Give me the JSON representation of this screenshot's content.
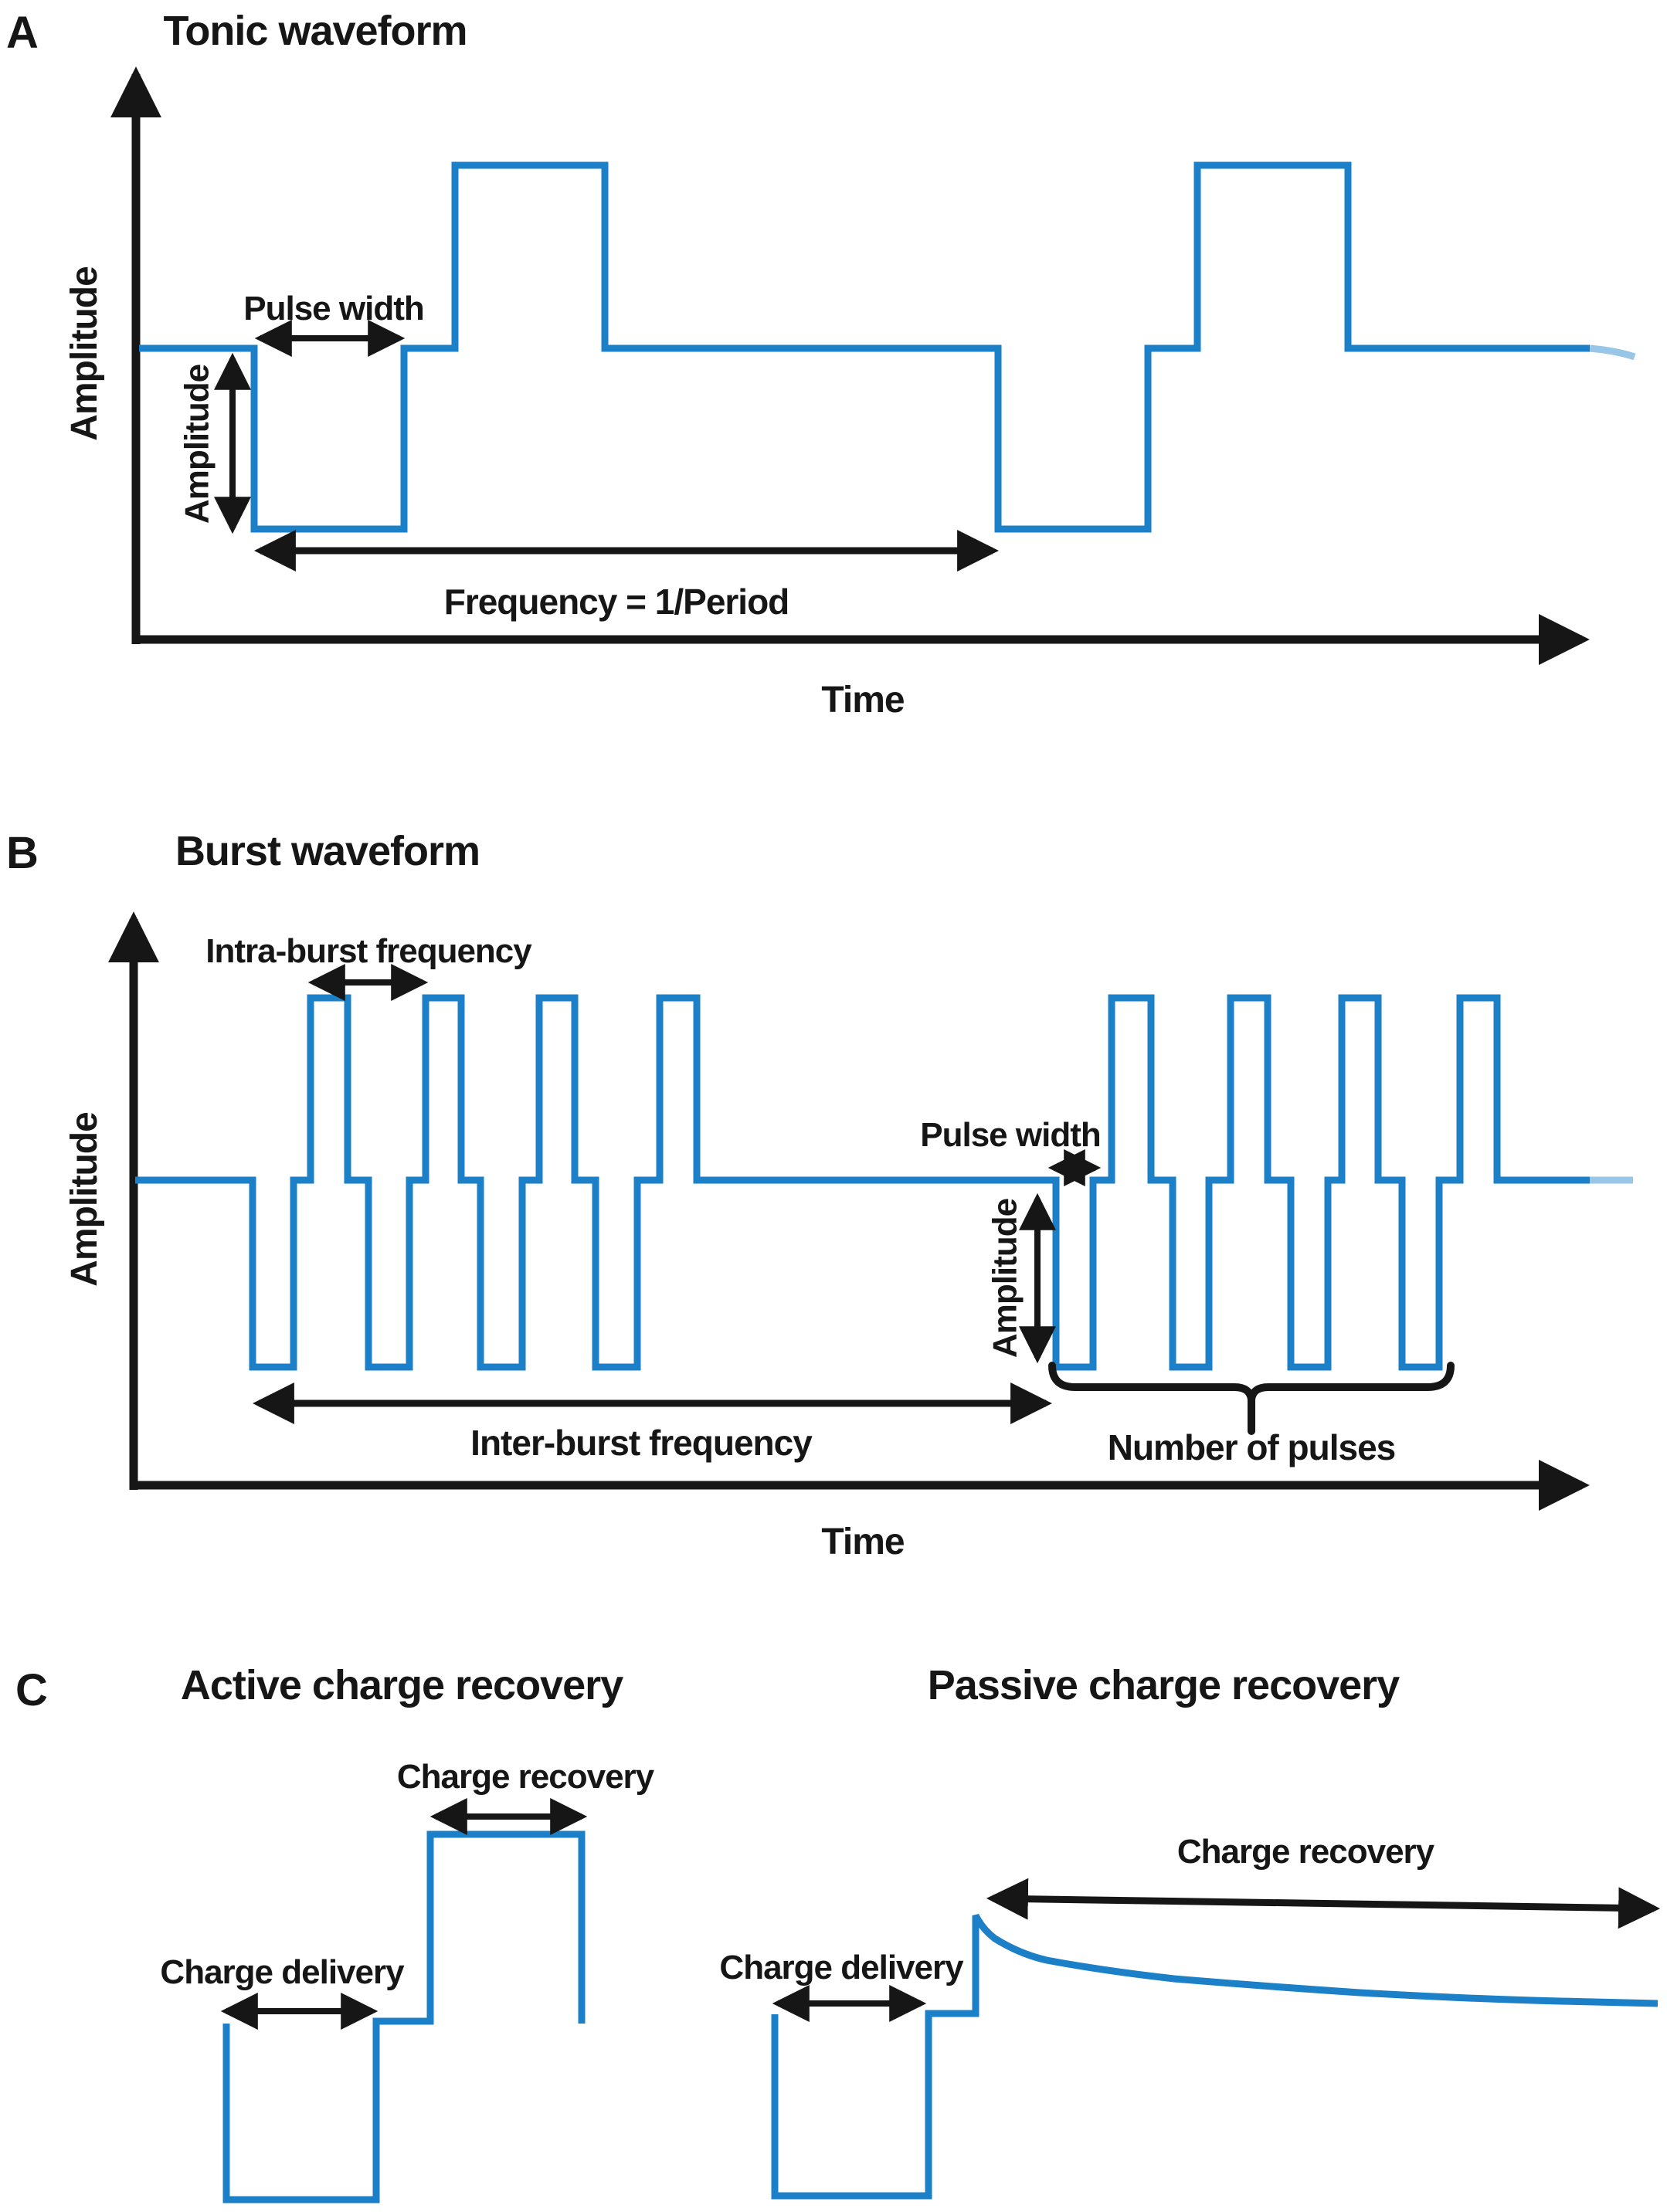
{
  "figure": {
    "colors": {
      "waveform_blue": "#1b80c8",
      "ink_black": "#161616"
    },
    "panel_a": {
      "label": "A",
      "title": "Tonic waveform",
      "y_axis_label": "Amplitude",
      "x_axis_label": "Time",
      "pulse_width_label": "Pulse width",
      "amplitude_label": "Amplitude",
      "frequency_label": "Frequency = 1/Period"
    },
    "panel_b": {
      "label": "B",
      "title": "Burst waveform",
      "y_axis_label": "Amplitude",
      "x_axis_label": "Time",
      "intra_burst_label": "Intra-burst frequency",
      "pulse_width_label": "Pulse width",
      "amplitude_label": "Amplitude",
      "inter_burst_label": "Inter-burst frequency",
      "number_of_pulses_label": "Number of pulses",
      "visible_pulses_per_burst": 4,
      "visible_bursts": 2
    },
    "panel_c": {
      "label": "C",
      "active": {
        "title": "Active charge recovery",
        "charge_recovery_label": "Charge recovery",
        "charge_delivery_label": "Charge delivery"
      },
      "passive": {
        "title": "Passive charge recovery",
        "charge_recovery_label": "Charge recovery",
        "charge_delivery_label": "Charge delivery"
      }
    }
  }
}
